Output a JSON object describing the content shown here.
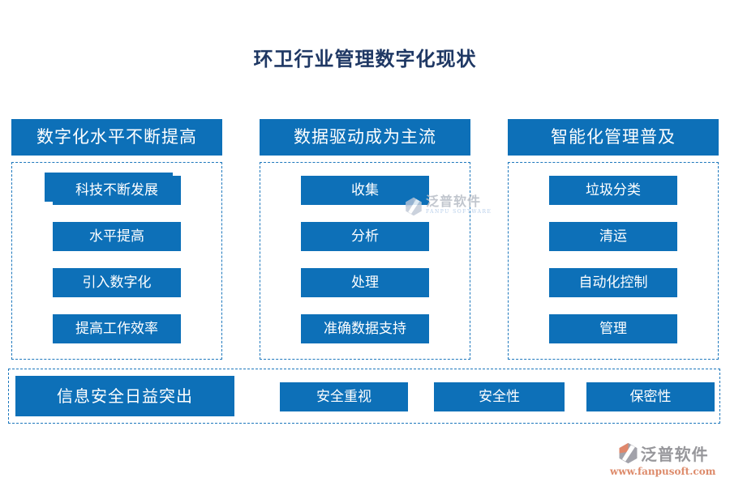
{
  "title": "环卫行业管理数字化现状",
  "columns": [
    {
      "header": "数字化水平不断提高",
      "items": [
        "科技不断发展",
        "水平提高",
        "引入数字化",
        "提高工作效率"
      ]
    },
    {
      "header": "数据驱动成为主流",
      "items": [
        "收集",
        "分析",
        "处理",
        "准确数据支持"
      ]
    },
    {
      "header": "智能化管理普及",
      "items": [
        "垃圾分类",
        "清运",
        "自动化控制",
        "管理"
      ]
    }
  ],
  "bottom": {
    "header": "信息安全日益突出",
    "items": [
      "安全重视",
      "安全性",
      "保密性"
    ]
  },
  "watermark": {
    "name": "泛普软件",
    "subtitle": "FANPU SOFTWARE"
  },
  "corner_logo": {
    "name": "泛普软件",
    "url": "www.fanpusoft.com"
  },
  "colors": {
    "primary_blue": "#0d70b8",
    "dashed_blue": "#1e78bd",
    "title_navy": "#1f3864",
    "watermark_grey": "#b7bdc6",
    "watermark_blue": "#a9c5e6",
    "logo_grey": "#97979b",
    "logo_orange": "#dd8a6a"
  }
}
